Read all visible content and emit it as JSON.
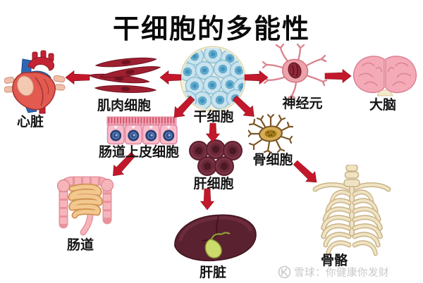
{
  "title": "干细胞的多能性",
  "stem_cell": {
    "label": "干细胞"
  },
  "branches": [
    {
      "cell": "肌肉细胞",
      "organ": "心脏"
    },
    {
      "cell": "神经元",
      "organ": "大脑"
    },
    {
      "cell": "肠道上皮细胞",
      "organ": "肠道"
    },
    {
      "cell": "肝细胞",
      "organ": "肝脏"
    },
    {
      "cell": "骨细胞",
      "organ": "骨骼"
    }
  ],
  "watermark": {
    "text": "雪球：你健康你发财"
  },
  "colors": {
    "arrow": "#c3182b",
    "title_text": "#0a0a0a",
    "label_text": "#141414",
    "watermark_text": "#c8c8c8",
    "stem_cell_blue": "#63abcd",
    "muscle_red": "#9e2030",
    "liver_maroon": "#5a2130",
    "bone_cream": "#efe3c2"
  }
}
